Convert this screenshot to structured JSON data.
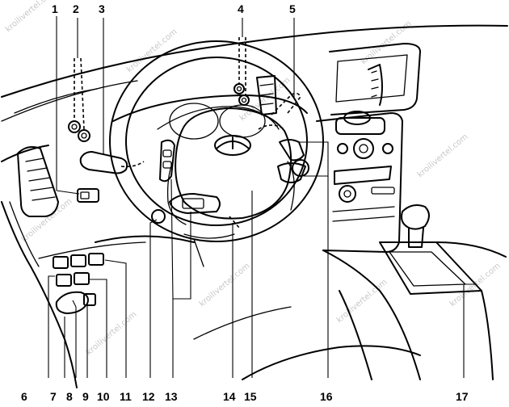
{
  "diagram": {
    "watermark": "kroilivertel.com",
    "callouts": [
      {
        "id": "1",
        "label": "1"
      },
      {
        "id": "2",
        "label": "2"
      },
      {
        "id": "3",
        "label": "3"
      },
      {
        "id": "4",
        "label": "4"
      },
      {
        "id": "5",
        "label": "5"
      },
      {
        "id": "6",
        "label": "6"
      },
      {
        "id": "7",
        "label": "7"
      },
      {
        "id": "8",
        "label": "8"
      },
      {
        "id": "9",
        "label": "9"
      },
      {
        "id": "10",
        "label": "10"
      },
      {
        "id": "11",
        "label": "11"
      },
      {
        "id": "12",
        "label": "12"
      },
      {
        "id": "13",
        "label": "13"
      },
      {
        "id": "14",
        "label": "14"
      },
      {
        "id": "15",
        "label": "15"
      },
      {
        "id": "16",
        "label": "16"
      },
      {
        "id": "17",
        "label": "17"
      }
    ]
  }
}
